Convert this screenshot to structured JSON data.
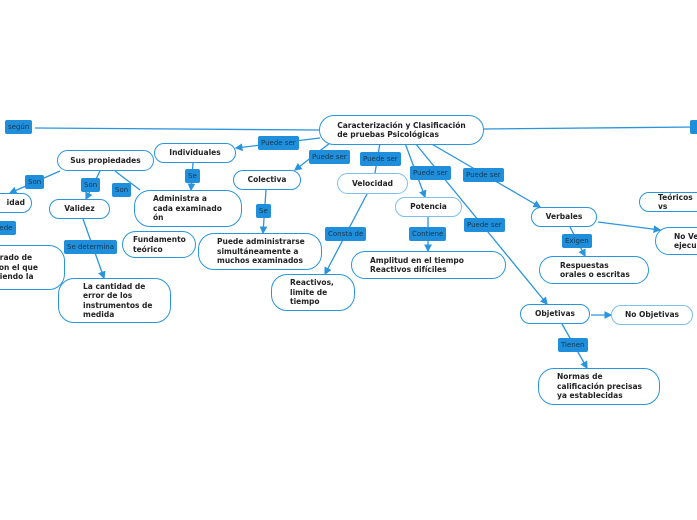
{
  "root": "Caracterización y Clasificación\nde pruebas Psicológicas",
  "nodes": {
    "individuales": "Individuales",
    "sus_propiedades": "Sus propiedades",
    "confiabilidad_partial": "idad",
    "grado_partial": "grado de\ncon el que\ndiendo la",
    "validez": "Validez",
    "cantidad_error": "La cantidad de\nerror de los\ninstrumentos de\nmedida",
    "administra": "Administra a\ncada examinado\n           ón",
    "fundamento": "Fundamento\nteórico",
    "colectiva": "Colectiva",
    "puede_administrarse": "Puede administrarse\nsimultáneamente a\nmuchos examinados",
    "velocidad": "Velocidad",
    "reactivos_limite": "Reactivos,\nlimite de\ntiempo",
    "potencia": "Potencia",
    "amplitud": "Amplitud en el tiempo\nReactivos difíciles",
    "verbales": "Verbales",
    "respuestas": "Respuestas\norales o escritas",
    "no_verbales_partial": "No Ve\nejecu",
    "teoricos_partial": "Teóricos vs",
    "objetivas": "Objetivas",
    "no_objetivas": "No Objetivas",
    "normas": "Normas de\ncalificación precisas\nya establecidas"
  },
  "labels": {
    "segun": "según",
    "puede_ser": "Puede ser",
    "son": "Son",
    "se": "Se",
    "puede_partial": "uede",
    "se_determina": "Se determina",
    "consta_de": "Consta de",
    "contiene": "Contiene",
    "exigen": "Exigen",
    "tienen": "Tienen"
  },
  "colors": {
    "edge": "#2a95dd",
    "label_bg": "#1f8fdb"
  }
}
